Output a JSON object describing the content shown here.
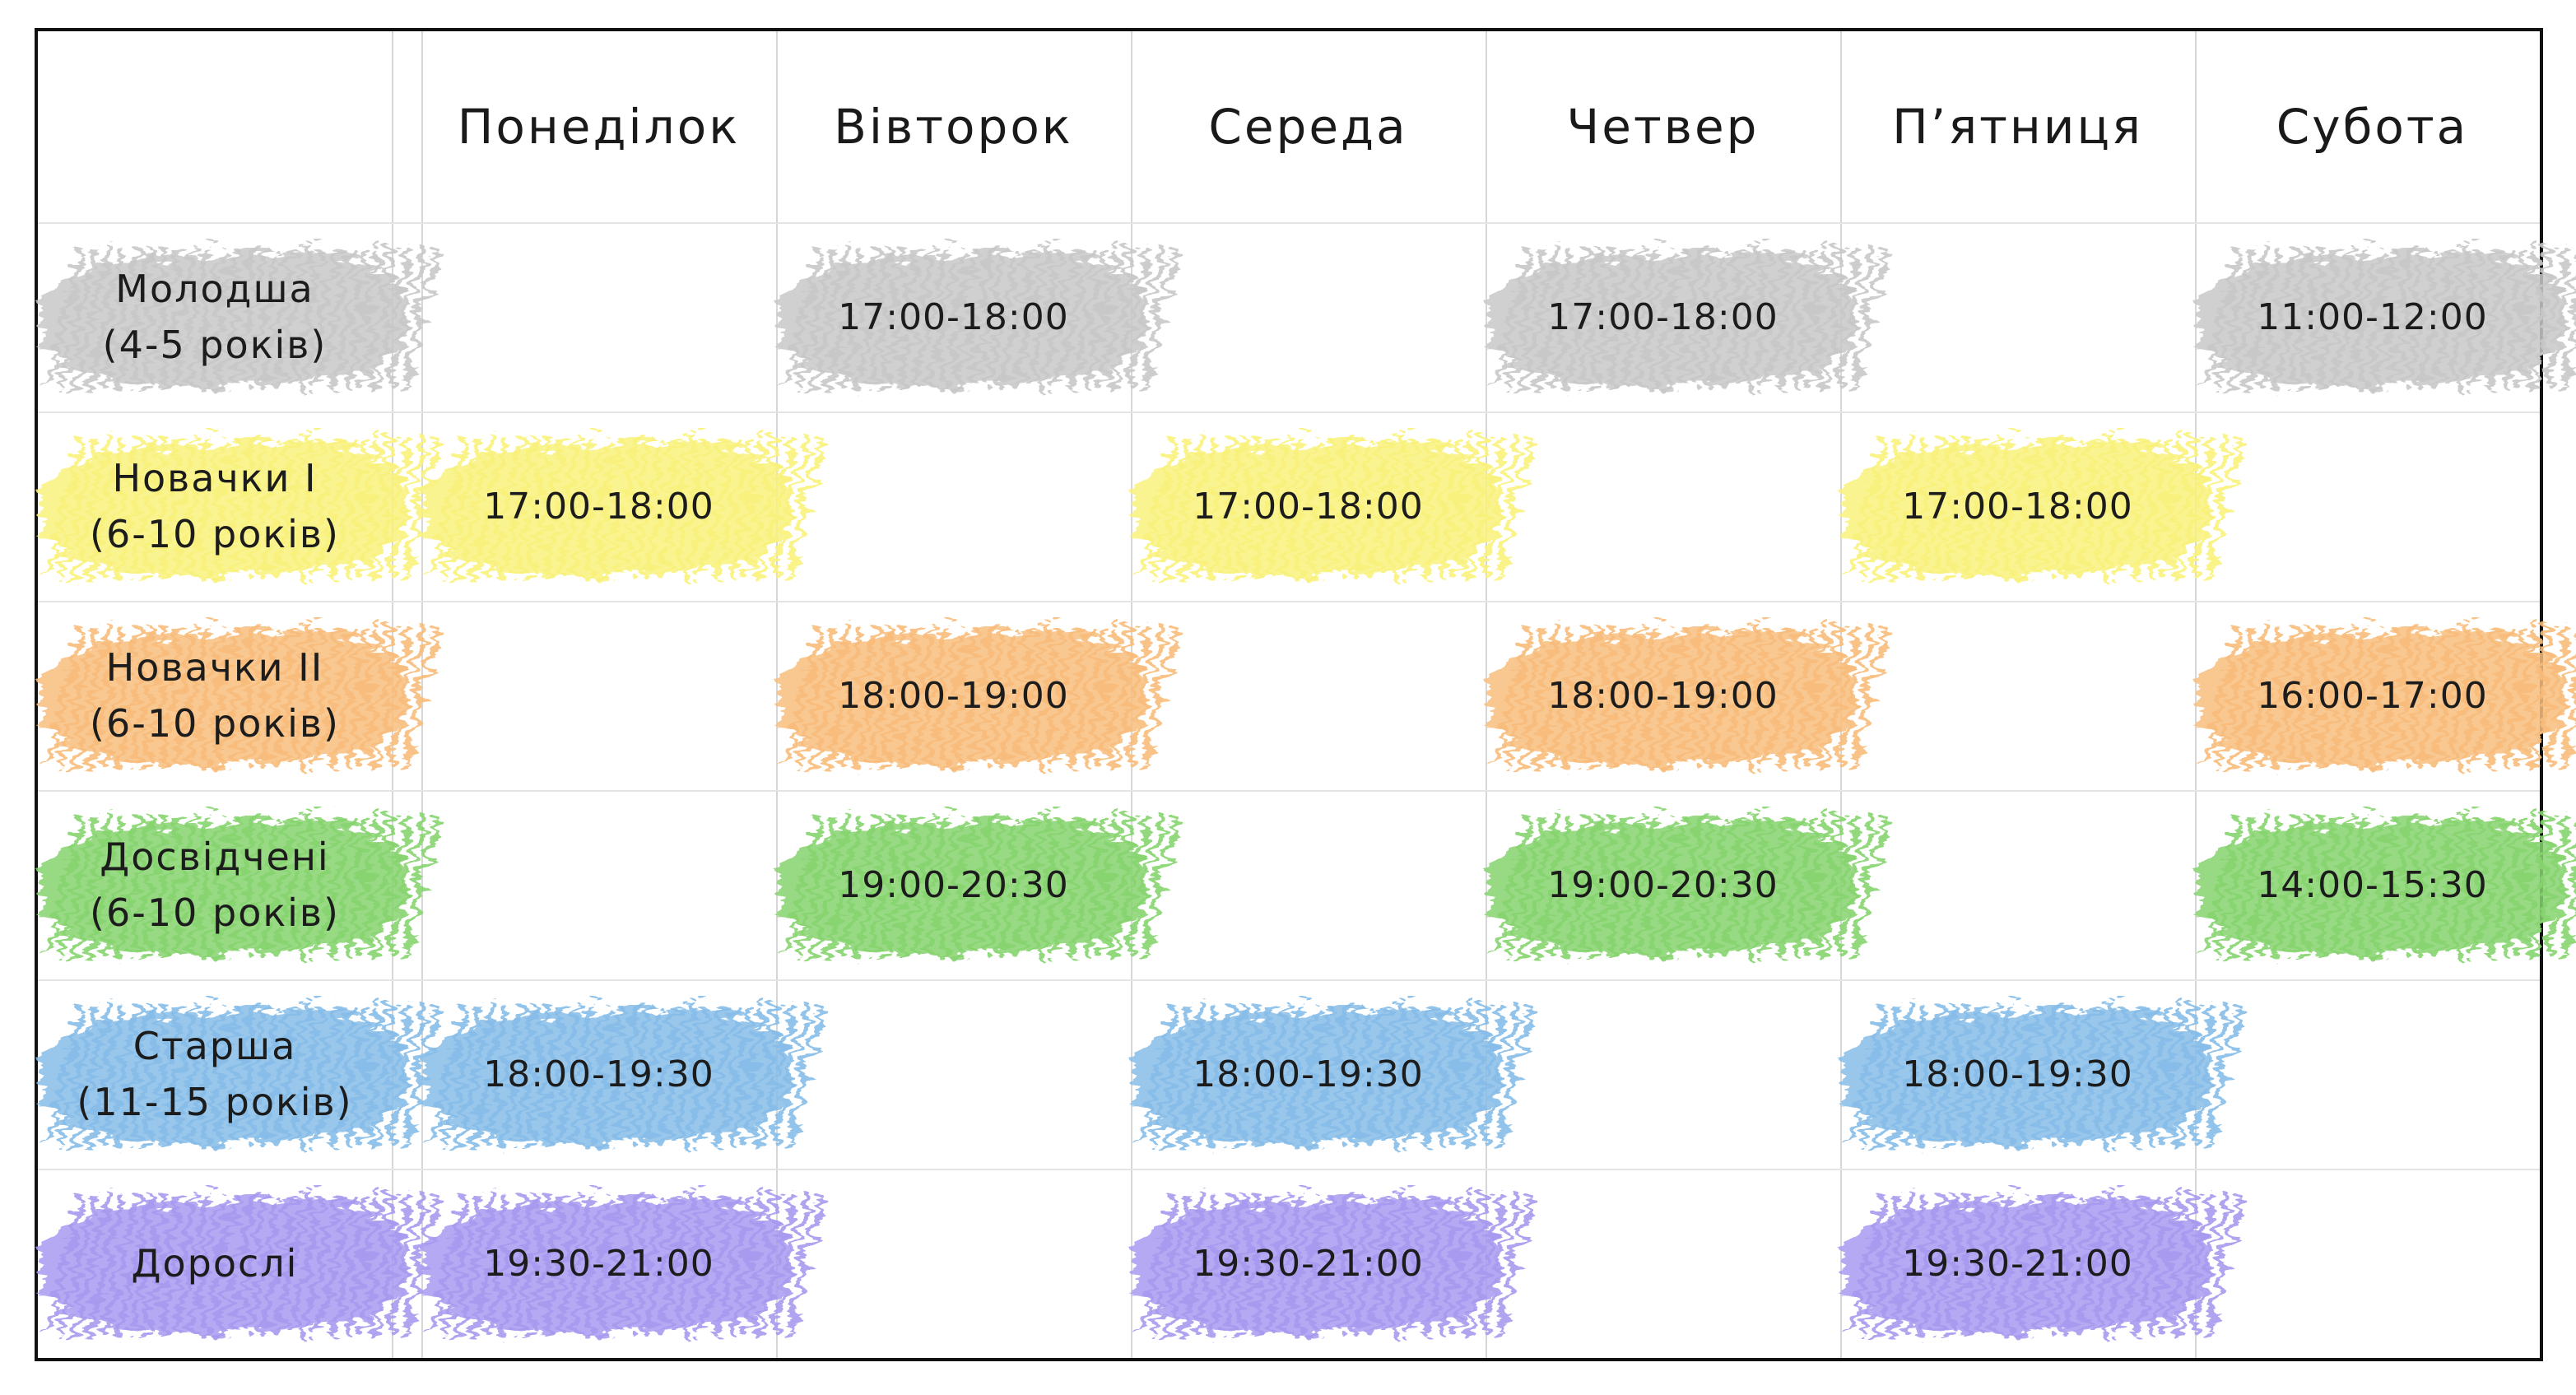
{
  "days": [
    "Понеділок",
    "Вівторок",
    "Середа",
    "Четвер",
    "П’ятниця",
    "Субота"
  ],
  "groups": [
    {
      "name": "Молодша",
      "ages": "(4-5 років)",
      "color": "#c8c8c8",
      "times": [
        "",
        "17:00-18:00",
        "",
        "17:00-18:00",
        "",
        "11:00-12:00"
      ]
    },
    {
      "name": "Новачки I",
      "ages": "(6-10 років)",
      "color": "#f9f27c",
      "times": [
        "17:00-18:00",
        "",
        "17:00-18:00",
        "",
        "17:00-18:00",
        ""
      ]
    },
    {
      "name": "Новачки II",
      "ages": "(6-10 років)",
      "color": "#f8bd7c",
      "times": [
        "",
        "18:00-19:00",
        "",
        "18:00-19:00",
        "",
        "16:00-17:00"
      ]
    },
    {
      "name": "Досвідчені",
      "ages": "(6-10 років)",
      "color": "#86d46f",
      "times": [
        "",
        "19:00-20:30",
        "",
        "19:00-20:30",
        "",
        "14:00-15:30"
      ]
    },
    {
      "name": "Старша",
      "ages": "(11-15 років)",
      "color": "#86bde8",
      "times": [
        "18:00-19:30",
        "",
        "18:00-19:30",
        "",
        "18:00-19:30",
        ""
      ]
    },
    {
      "name": "Дорослі",
      "ages": "",
      "color": "#a79af0",
      "times": [
        "19:30-21:00",
        "",
        "19:30-21:00",
        "",
        "19:30-21:00",
        ""
      ]
    }
  ]
}
